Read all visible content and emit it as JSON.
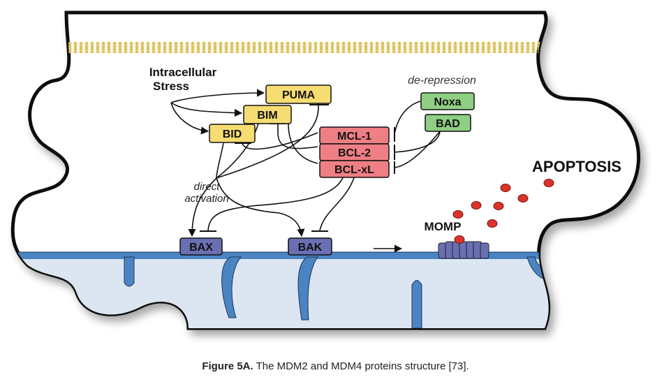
{
  "diagram": {
    "labels": {
      "intracellular_line1": "Intracellular",
      "intracellular_line2": "Stress",
      "de_repression": "de-repression",
      "direct_line1": "direct",
      "direct_line2": "activation",
      "momp": "MOMP",
      "apoptosis": "APOPTOSIS"
    },
    "activators": [
      "PUMA",
      "BIM",
      "BID"
    ],
    "anti_apoptotic": [
      "MCL-1",
      "BCL-2",
      "BCL-xL"
    ],
    "sensitizers": [
      "Noxa",
      "BAD"
    ],
    "effectors": [
      "BAX",
      "BAK"
    ],
    "colors": {
      "activator_fill": "#f7dc72",
      "anti_fill": "#ee7f84",
      "sensitizer_fill": "#8fce83",
      "effector_fill": "#6a6fb3",
      "membrane_blue": "#4b84c2",
      "intermembrane_fill": "#dce6f2",
      "lipid_dots": "#e6c85a",
      "red_dots": "#d9332b"
    }
  },
  "caption": {
    "prefix": "Figure 5A.",
    "text": " The MDM2 and MDM4 proteins structure [73]."
  }
}
